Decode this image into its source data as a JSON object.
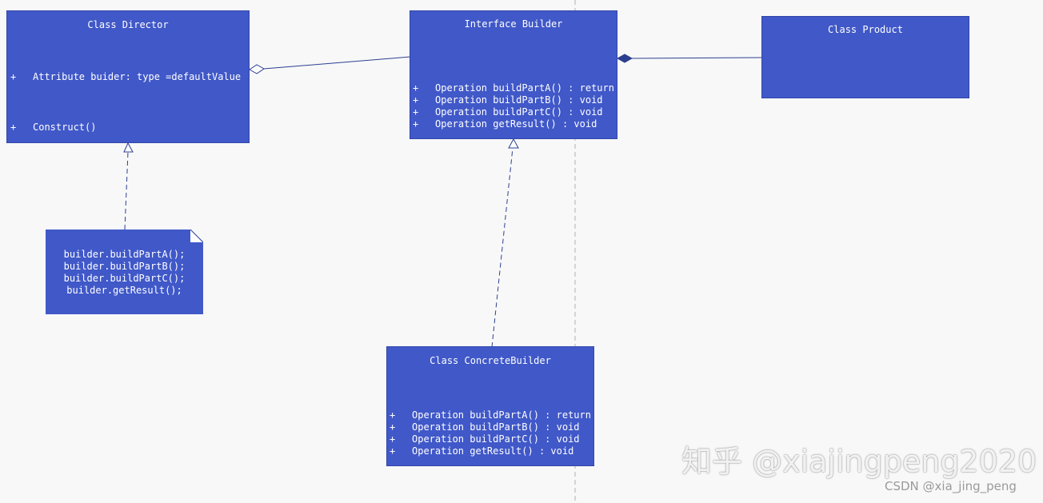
{
  "director": {
    "title": "Class Director",
    "attribute": "Attribute buider: type =defaultValue",
    "operation": "Construct()",
    "vis": "+"
  },
  "builder": {
    "title": "Interface Builder",
    "vis": "+",
    "ops": [
      "Operation buildPartA() : return",
      "Operation buildPartB() : void",
      "Operation buildPartC() : void",
      "Operation getResult() : void"
    ]
  },
  "product": {
    "title": "Class Product"
  },
  "concrete": {
    "title": "Class ConcreteBuilder",
    "vis": "+",
    "ops": [
      "Operation buildPartA() : return",
      "Operation buildPartB() : void",
      "Operation buildPartC() : void",
      "Operation getResult() : void"
    ]
  },
  "note": {
    "lines": [
      "builder.buildPartA();",
      "builder.buildPartB();",
      "builder.buildPartC();",
      "builder.getResult();"
    ]
  },
  "watermarks": {
    "zhihu": "知乎 @xiajingpeng2020",
    "csdn": "CSDN @xia_jing_peng"
  },
  "colors": {
    "box": "#4058c8",
    "text": "#ffffff",
    "line": "#2c3f8f",
    "background": "#f8f8f9"
  }
}
